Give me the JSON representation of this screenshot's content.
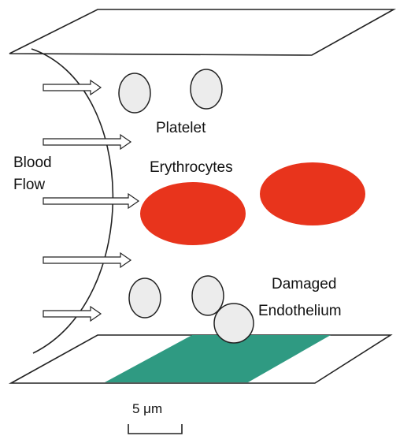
{
  "labels": {
    "platelet": "Platelet",
    "erythrocytes": "Erythrocytes",
    "blood_flow_line1": "Blood",
    "blood_flow_line2": "Flow",
    "damaged_line1": "Damaged",
    "damaged_line2": "Endothelium",
    "scale": "5 μm"
  },
  "colors": {
    "erythrocyte": "#e8341c",
    "platelet_fill": "#ececec",
    "endothelium": "#2f9a82",
    "line": "#222222"
  },
  "icons": {
    "flow_arrow": "flow-arrow-icon"
  }
}
